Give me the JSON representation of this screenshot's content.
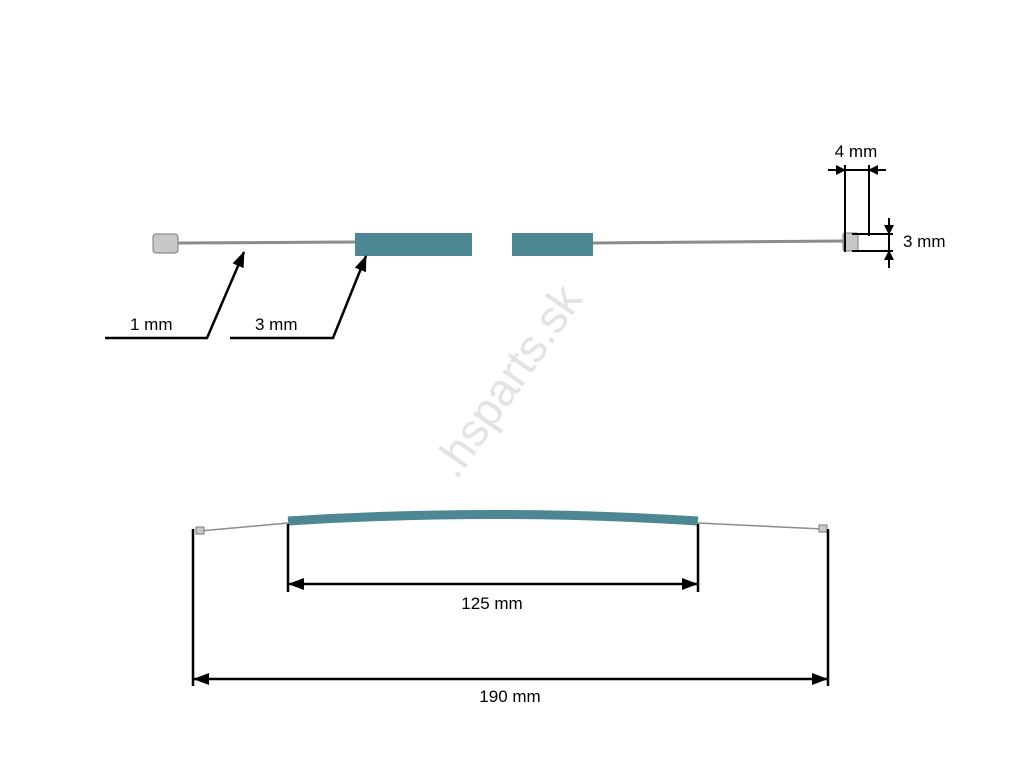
{
  "watermark": ".hsparts.sk",
  "colors": {
    "sleeve": "#4e8794",
    "cable": "#9a9a9a",
    "cap": "#c8c8c8",
    "line": "#000000"
  },
  "top_view": {
    "cable_diameter_label": "1 mm",
    "sleeve_diameter_label": "3 mm",
    "end_cap_length_label": "4 mm",
    "end_cap_diameter_label": "3 mm"
  },
  "bottom_view": {
    "sleeve_length_label": "125 mm",
    "total_length_label": "190 mm"
  }
}
